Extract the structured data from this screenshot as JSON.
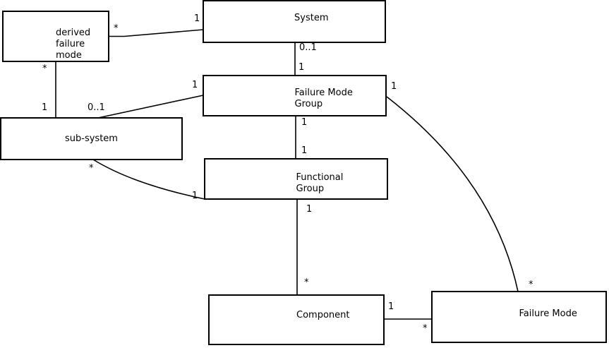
{
  "diagram": {
    "type": "uml-class-relationship-diagram",
    "colors": {
      "line": "#000000",
      "background": "#ffffff",
      "box_fill": "#ffffff",
      "text": "#000000"
    },
    "boxes": {
      "derived_failure_mode": {
        "label": "derived\nfailure\nmode"
      },
      "system": {
        "label": "System"
      },
      "failure_mode_group": {
        "label": "Failure Mode\nGroup"
      },
      "sub_system": {
        "label": "sub-system"
      },
      "functional_group": {
        "label": "Functional\nGroup"
      },
      "component": {
        "label": "Component"
      },
      "failure_mode": {
        "label": "Failure Mode"
      }
    },
    "edges": {
      "dfm_system": {
        "from": "derived_failure_mode",
        "to": "system",
        "from_mult": "*",
        "to_mult": "1"
      },
      "system_fmg": {
        "from": "system",
        "to": "failure_mode_group",
        "from_mult": "0..1",
        "to_mult": "1"
      },
      "fmg_sub_system": {
        "from": "failure_mode_group",
        "to": "sub_system",
        "from_mult": "1",
        "to_mult": "0..1"
      },
      "dfm_sub_system": {
        "from": "derived_failure_mode",
        "to": "sub_system",
        "from_mult": "*",
        "to_mult": "1"
      },
      "sub_system_fg": {
        "from": "sub_system",
        "to": "functional_group",
        "from_mult": "*",
        "to_mult": "1"
      },
      "fmg_fg": {
        "from": "failure_mode_group",
        "to": "functional_group",
        "from_mult": "1",
        "to_mult": "1"
      },
      "fg_component": {
        "from": "functional_group",
        "to": "component",
        "from_mult": "1",
        "to_mult": "*"
      },
      "component_fm": {
        "from": "component",
        "to": "failure_mode",
        "from_mult": "1",
        "to_mult": "*"
      },
      "fmg_fm": {
        "from": "failure_mode_group",
        "to": "failure_mode",
        "from_mult": "1",
        "to_mult": "*"
      }
    }
  }
}
